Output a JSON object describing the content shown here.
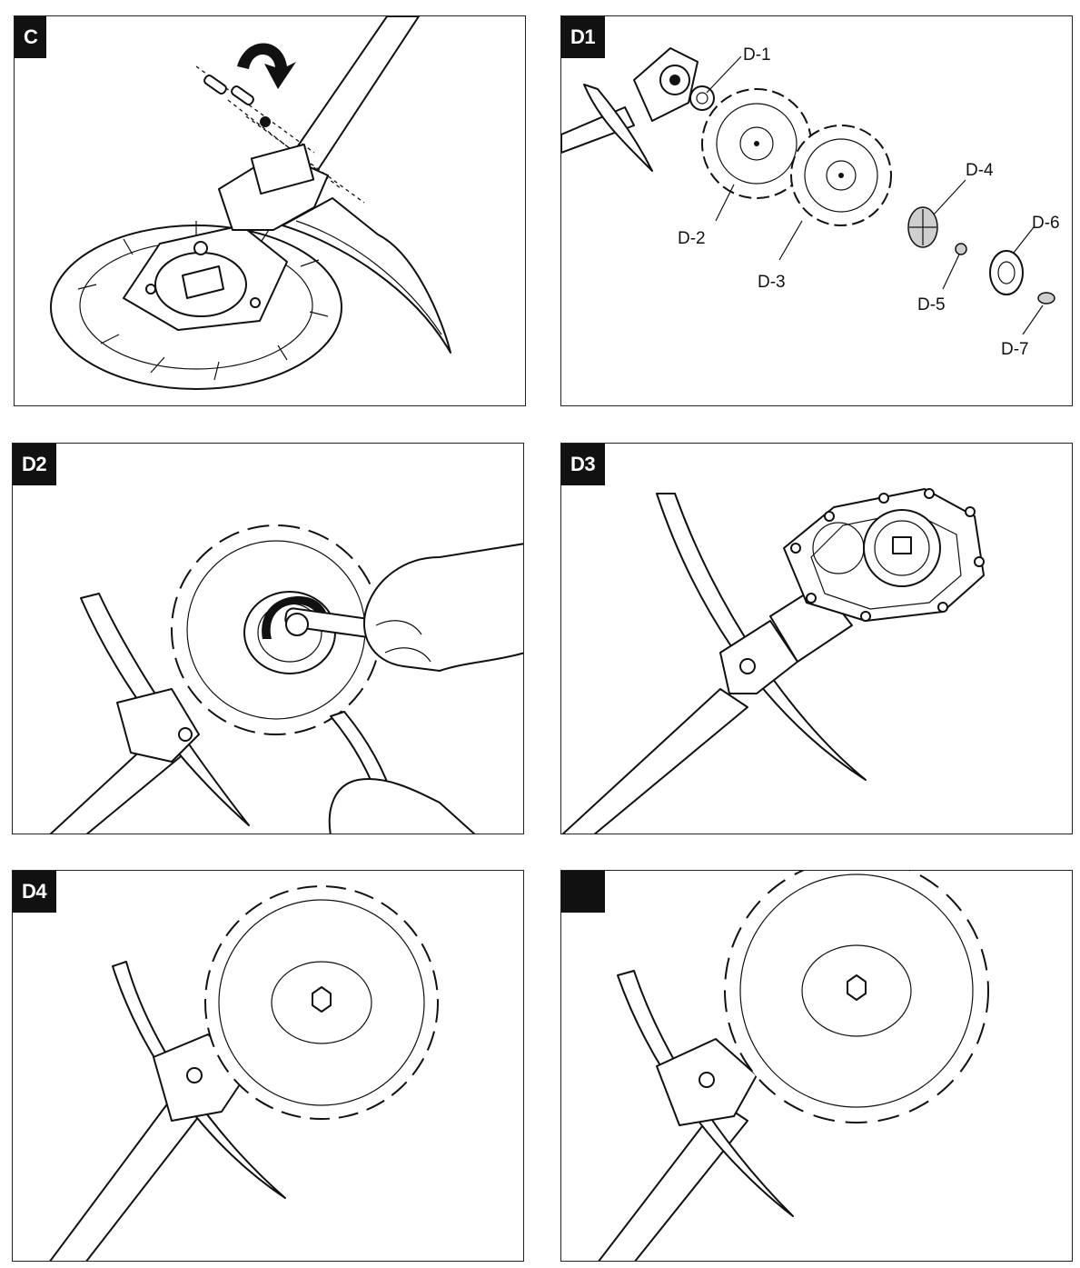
{
  "panels": {
    "c": {
      "tag": "C"
    },
    "d1": {
      "tag": "D1",
      "callouts": [
        "D-1",
        "D-2",
        "D-3",
        "D-4",
        "D-5",
        "D-6",
        "D-7"
      ]
    },
    "d2": {
      "tag": "D2"
    },
    "d3": {
      "tag": "D3"
    },
    "d4": {
      "tag": "D4"
    },
    "d5": {
      "tag": ""
    }
  }
}
